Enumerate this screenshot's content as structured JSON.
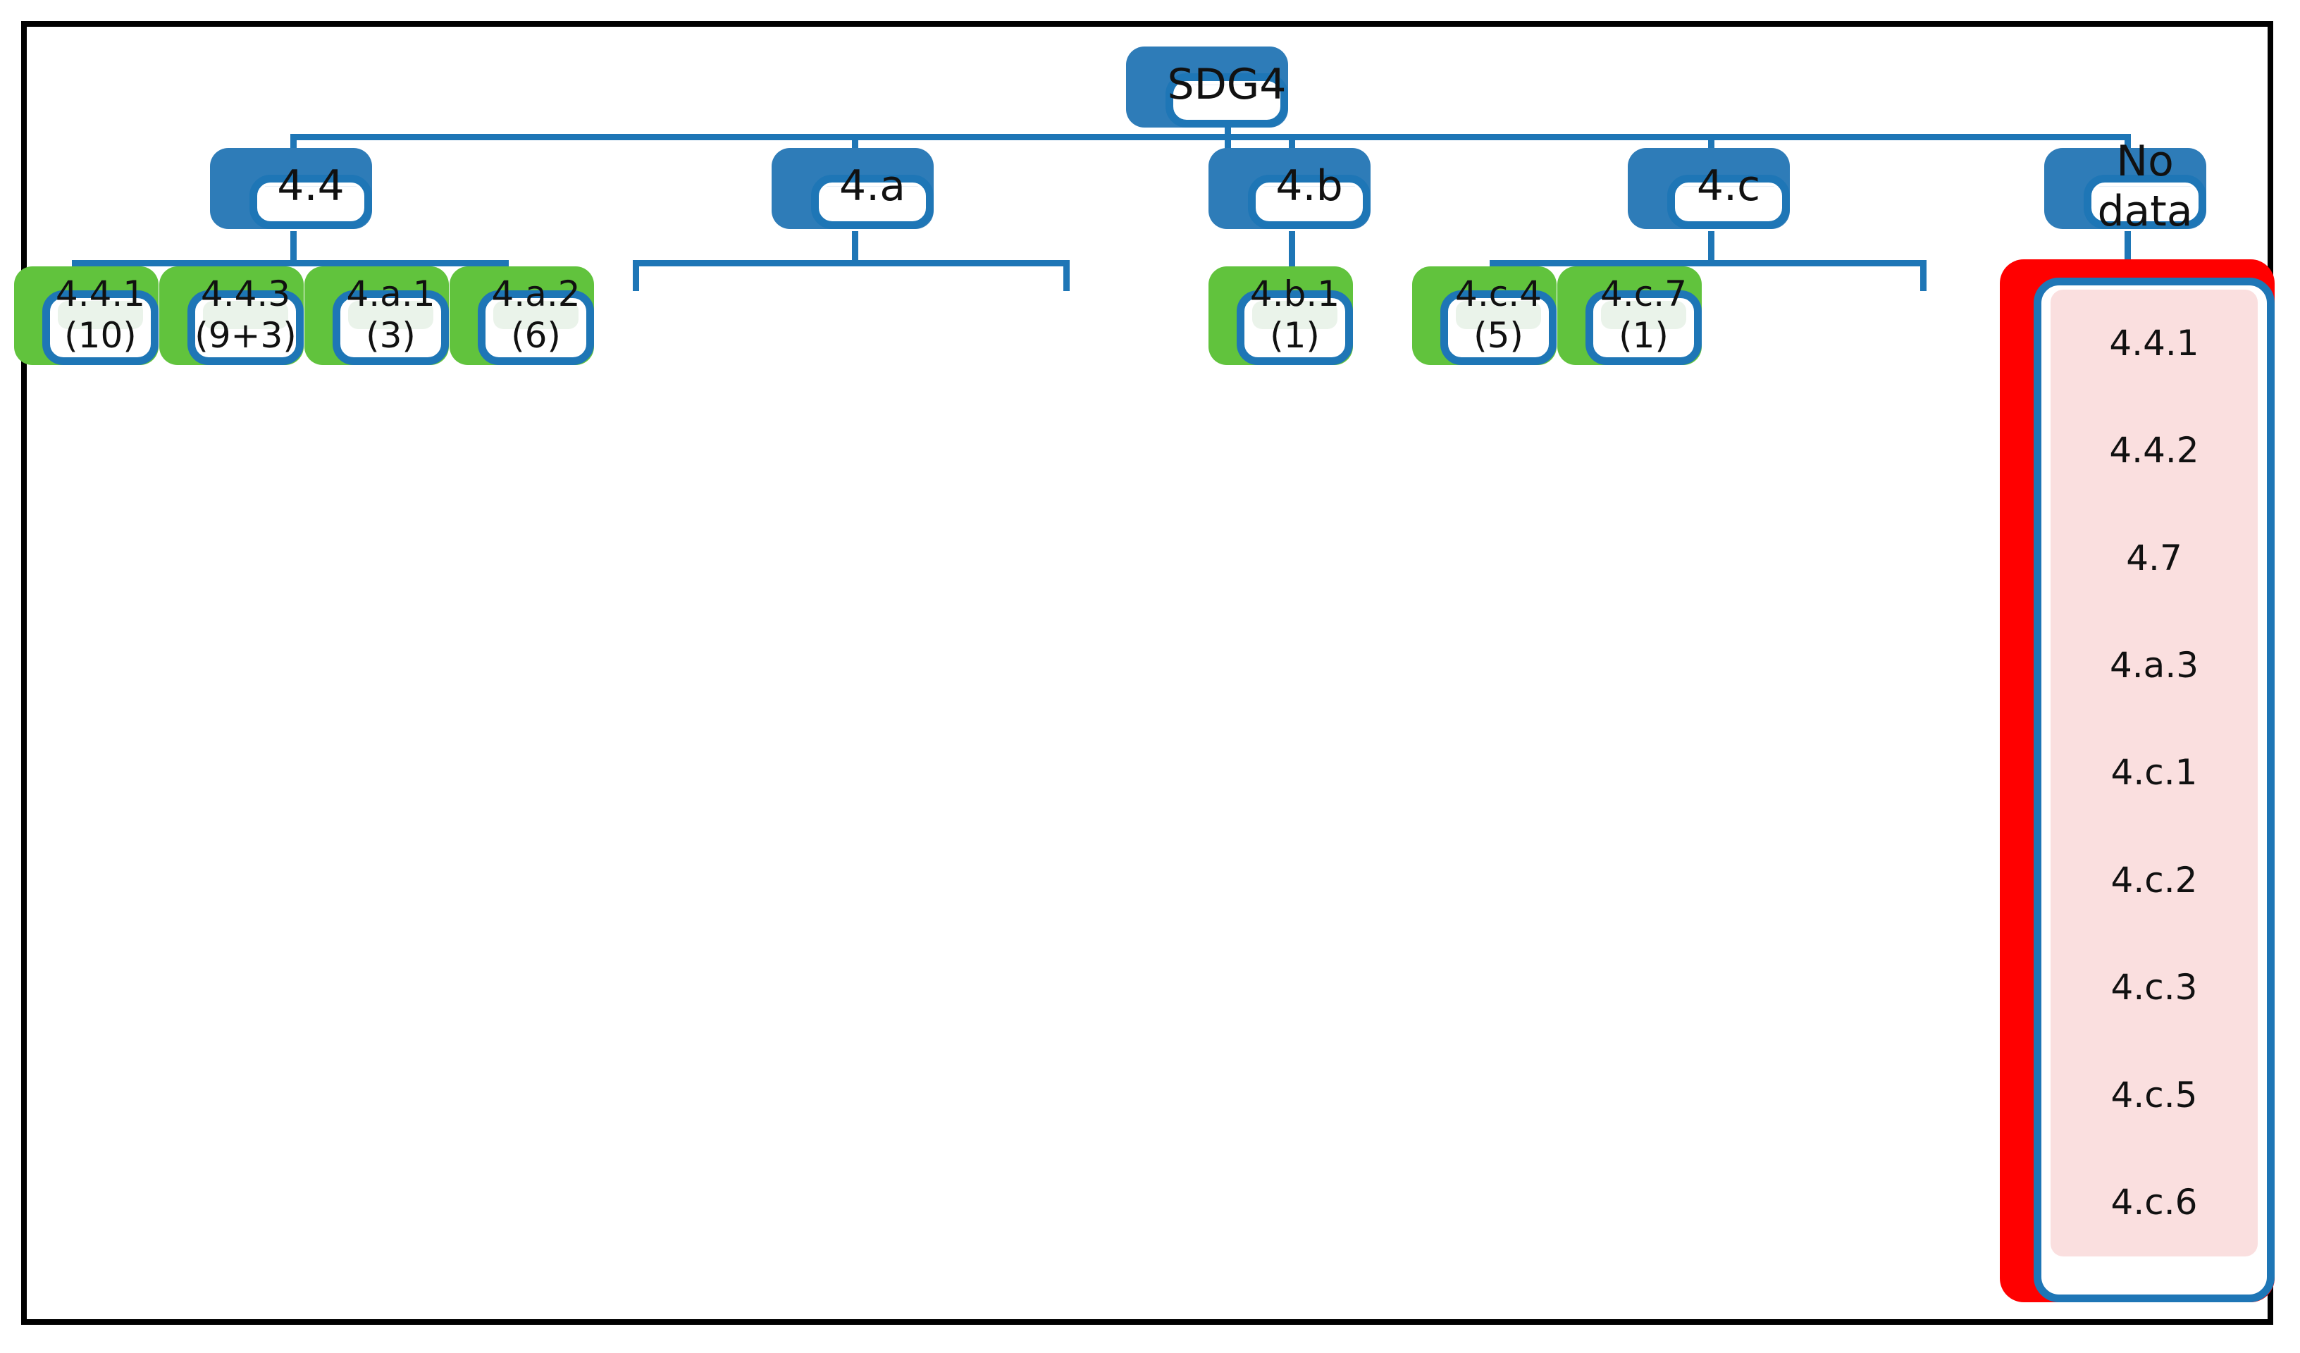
{
  "diagram": {
    "title_root": "SDG4",
    "root": {
      "label": "SDG4"
    },
    "branches": [
      {
        "label": "4.4"
      },
      {
        "label": "4.a"
      },
      {
        "label": "4.b"
      },
      {
        "label": "4.c"
      },
      {
        "label": "No data"
      }
    ],
    "leaves": [
      {
        "line1": "4.4.1",
        "line2": "(10)"
      },
      {
        "line1": "4.4.3",
        "line2": "(9+3)"
      },
      {
        "line1": "4.a.1",
        "line2": "(3)"
      },
      {
        "line1": "4.a.2",
        "line2": "(6)"
      },
      {
        "line1": "4.b.1",
        "line2": "(1)"
      },
      {
        "line1": "4.c.4 (5)",
        "line2": ""
      },
      {
        "line1": "4.c.7 (1)",
        "line2": ""
      }
    ],
    "no_data_list": [
      "4.4.1",
      "4.4.2",
      "4.7",
      "4.a.3",
      "4.c.1",
      "4.c.2",
      "4.c.3",
      "4.c.5",
      "4.c.6"
    ],
    "colors": {
      "frame": "#000000",
      "connector": "#1E76B6",
      "node_border": "#1E76B6",
      "branch_shadow": "#2E7CB8",
      "branch_fill": "#E9EFF7",
      "leaf_shadow": "#61C33D",
      "leaf_fill": "#EAF3EA",
      "nodata_shadow": "#FF0000",
      "nodata_fill": "#FADFDF",
      "text": "#111111",
      "canvas": "#FFFFFF"
    }
  }
}
